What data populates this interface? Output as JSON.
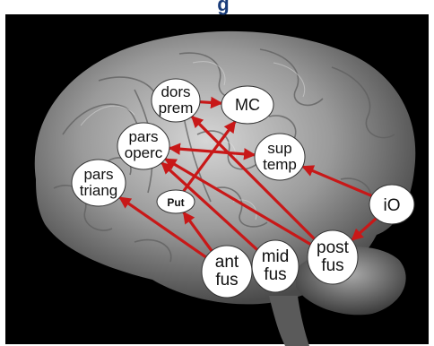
{
  "header": {
    "title_fragment": "g"
  },
  "colors": {
    "arrow": "#c81818",
    "node_fill": "#ffffff",
    "node_stroke": "#333333",
    "label_text": "#111111",
    "title_text": "#1a3d7a",
    "background_frame": "#000000"
  },
  "nodes": [
    {
      "id": "dors-prem",
      "lines": [
        "dors",
        "prem"
      ]
    },
    {
      "id": "mc",
      "lines": [
        "MC"
      ]
    },
    {
      "id": "pars-operc",
      "lines": [
        "pars",
        "operc"
      ]
    },
    {
      "id": "sup-temp",
      "lines": [
        "sup",
        "temp"
      ]
    },
    {
      "id": "pars-triang",
      "lines": [
        "pars",
        "triang"
      ]
    },
    {
      "id": "put",
      "lines": [
        "Put"
      ]
    },
    {
      "id": "io",
      "lines": [
        "iO"
      ]
    },
    {
      "id": "ant-fus",
      "lines": [
        "ant",
        "fus"
      ]
    },
    {
      "id": "mid-fus",
      "lines": [
        "mid",
        "fus"
      ]
    },
    {
      "id": "post-fus",
      "lines": [
        "post",
        "fus"
      ]
    }
  ],
  "connections": [
    {
      "from": "dors-prem",
      "to": "mc",
      "direction": "forward"
    },
    {
      "from": "pars-operc",
      "to": "sup-temp",
      "direction": "both"
    },
    {
      "from": "io",
      "to": "sup-temp",
      "direction": "forward"
    },
    {
      "from": "io",
      "to": "post-fus",
      "direction": "forward"
    },
    {
      "from": "post-fus",
      "to": "pars-operc",
      "direction": "forward"
    },
    {
      "from": "mid-fus",
      "to": "pars-operc",
      "direction": "forward"
    },
    {
      "from": "ant-fus",
      "to": "put",
      "direction": "forward"
    },
    {
      "from": "ant-fus",
      "to": "pars-triang",
      "direction": "forward"
    },
    {
      "from": "put",
      "to": "mc",
      "direction": "forward"
    },
    {
      "from": "post-fus",
      "to": "dors-prem",
      "direction": "forward"
    }
  ]
}
